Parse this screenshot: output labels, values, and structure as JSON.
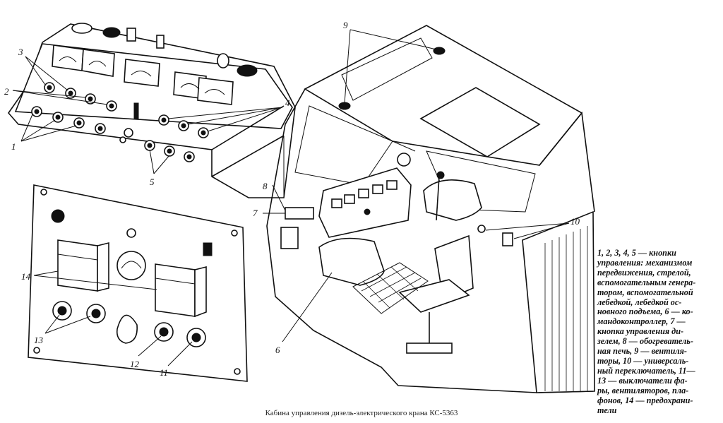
{
  "figure": {
    "caption": "Кабина управления дизель-электрического крана КС-5363",
    "legend_lines": [
      "1, 2, 3, 4, 5 — кнопки",
      "управления: механизмом",
      "передвижения, стрелой,",
      "вспомогательным генера-",
      "тором, вспомогательной",
      "лебедкой, лебедкой ос-",
      "новного подъема, 6 — ко-",
      "мандоконтроллер, 7 —",
      "кнопка управления ди-",
      "зелем, 8 — обогреватель-",
      "ная печь, 9 — вентиля-",
      "торы, 10 — универсаль-",
      "ный переключатель, 11—",
      "13 — выключатели фа-",
      "ры, вентиляторов, пла-",
      "фонов, 14 — предохрани-",
      "тели"
    ]
  },
  "callouts": {
    "c1": "1",
    "c2": "2",
    "c3": "3",
    "c4": "4",
    "c5": "5",
    "c6": "6",
    "c7": "7",
    "c8": "8",
    "c9": "9",
    "c10": "10",
    "c11": "11",
    "c12": "12",
    "c13": "13",
    "c14": "14"
  }
}
